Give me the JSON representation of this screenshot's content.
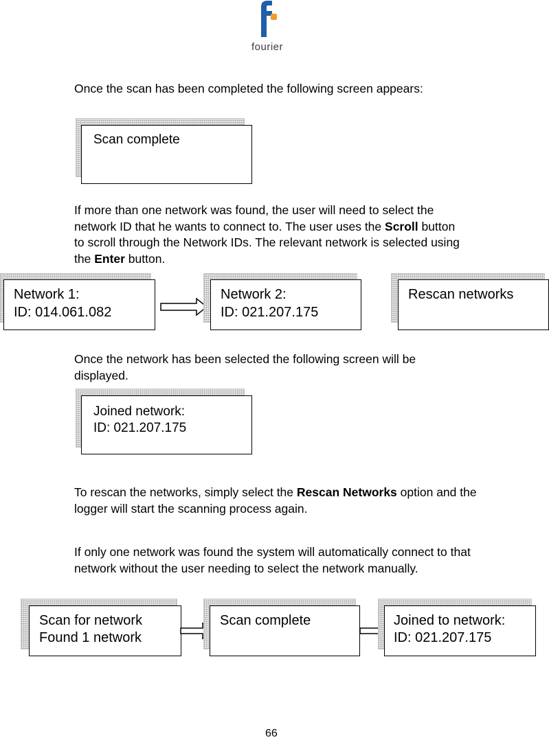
{
  "logo": {
    "text": "fourier",
    "brand_blue": "#1f5fa8",
    "brand_orange": "#f39a2a"
  },
  "p1": "Once the scan has been completed the following screen appears:",
  "screen_scan_complete": {
    "line1": "Scan complete"
  },
  "p2": {
    "before_scroll": "If more than one network was found, the user will need to select the network ID that he wants to connect to. The user uses the ",
    "scroll": "Scroll",
    "middle": " button to scroll through the Network IDs. The relevant network is selected using the ",
    "enter": "Enter",
    "after": " button."
  },
  "screen_network1": {
    "line1": "Network 1:",
    "line2": "ID: 014.061.082"
  },
  "screen_network2": {
    "line1": "Network 2:",
    "line2": "ID: 021.207.175"
  },
  "screen_rescan": {
    "line1": "Rescan networks"
  },
  "p3": "Once the network has been selected the following screen will be displayed.",
  "screen_joined": {
    "line1": "Joined network:",
    "line2": "ID: 021.207.175"
  },
  "p4": {
    "before": "To rescan the networks, simply select the ",
    "bold": "Rescan Networks",
    "after": " option and the logger will start the scanning process again."
  },
  "p5": "If only one network was found the system will automatically connect to that network without the user needing to select the network manually.",
  "screen_scan_for": {
    "line1": "Scan for network",
    "line2": "Found 1 network"
  },
  "screen_scan_complete2": {
    "line1": "Scan complete"
  },
  "screen_joined_to": {
    "line1": "Joined to network:",
    "line2": "ID: 021.207.175"
  },
  "page_number": "66"
}
